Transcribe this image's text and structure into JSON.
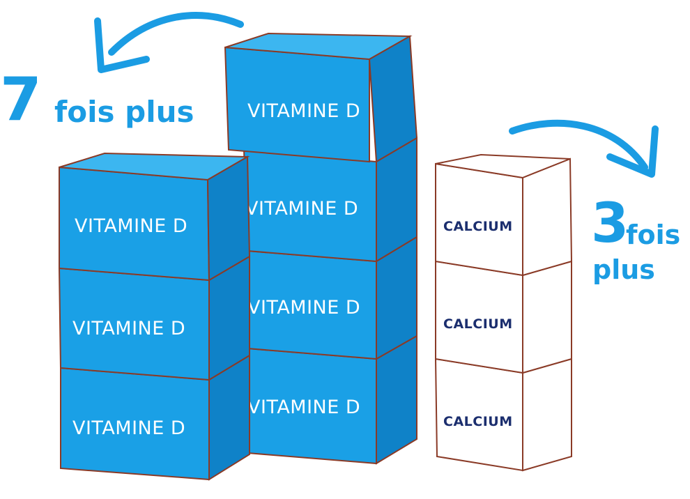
{
  "left_comparison": {
    "number": "7",
    "text": "fois plus"
  },
  "right_comparison": {
    "number": "3",
    "text_top": "fois",
    "text_bottom": "plus"
  },
  "boxes": {
    "vitamin_label": "VITAMINE D",
    "calcium_label": "CALCIUM"
  },
  "colors": {
    "vitamin_front": "#1aa0e6",
    "vitamin_top": "#3cb6f0",
    "vitamin_side": "#0f82c8",
    "outline": "#8a3a26",
    "arrow": "#1b9ce3",
    "calcium_text": "#1b2e6e"
  }
}
